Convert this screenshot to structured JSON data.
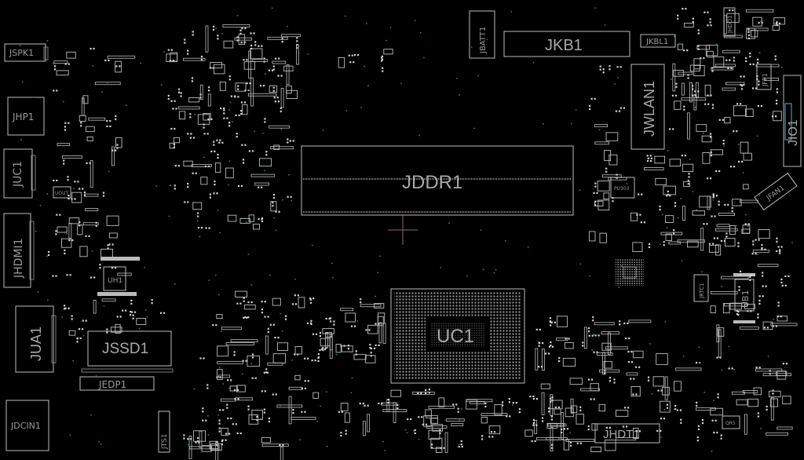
{
  "board": {
    "colors": {
      "background": "#000000",
      "outline": "#bdbdbd",
      "label": "#9a9a9a",
      "via": "#2f8a6a",
      "highlight": "#5ab0c8"
    },
    "components": {
      "jspk1": "JSPK1",
      "jhp1": "JHP1",
      "juc1": "JUC1",
      "jhdmi1": "JHDMI1",
      "jua1": "JUA1",
      "jdcin1": "JDCIN1",
      "jssd1": "JSSD1",
      "jedp1": "JEDP1",
      "uh1": "UH1",
      "jbatt1": "JBATT1",
      "jkb1": "JKB1",
      "jkbl1": "JKBL1",
      "jwlan1": "JWLAN1",
      "jddr1": "JDDR1",
      "uc1": "UC1",
      "jhdt1": "JHDT1",
      "ub1": "UB1",
      "jfan1": "JFAN1",
      "jfp1": "JFP1",
      "jio1": "JIO1",
      "jhdd1": "JHDD1",
      "jrtc1": "JRTC1",
      "jts1": "JTS1",
      "qr5": "QR5",
      "pu1": "PU303",
      "uc1_small": "UOUT"
    }
  }
}
